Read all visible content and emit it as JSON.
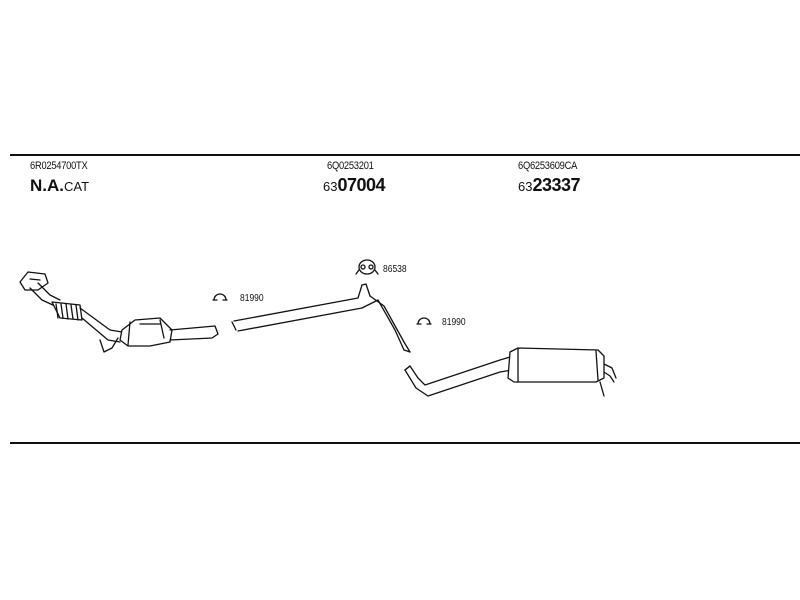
{
  "parts": {
    "catalytic": {
      "oe_number": "6R0254700TX",
      "type_main": "N.A.",
      "type_sub": "CAT"
    },
    "middle_pipe": {
      "oe_number": "6Q0253201",
      "prefix": "63",
      "number": "07004"
    },
    "rear_silencer": {
      "oe_number": "6Q6253609CA",
      "prefix": "63",
      "number": "23337"
    }
  },
  "accessories": {
    "clamp_left": "81990",
    "bracket": "86538",
    "clamp_right": "81990"
  }
}
